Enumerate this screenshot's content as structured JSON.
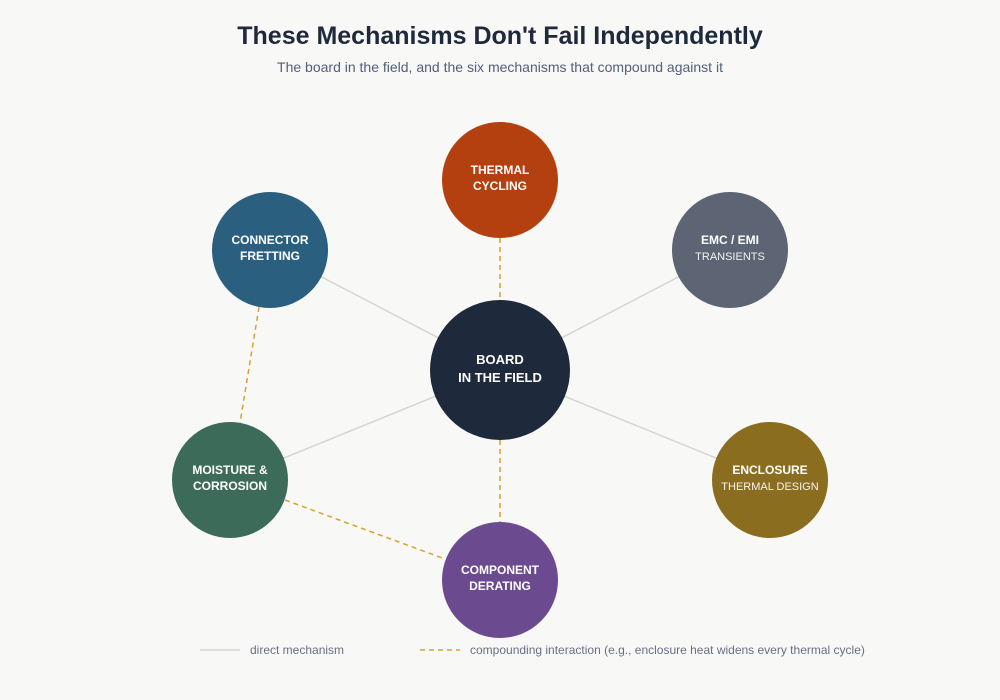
{
  "header": {
    "title": "These Mechanisms Don't Fail Independently",
    "subtitle": "The board in the field, and the six mechanisms that compound against it"
  },
  "colors": {
    "background": "#f8f8f6",
    "direct_line": "#d4d4d2",
    "compound_line": "#d9a030",
    "center": "#1e293b",
    "thermal": "#b5400f",
    "emc": "#5d6574",
    "enclosure": "#8b6d1f",
    "derating": "#6b4a8f",
    "moisture": "#3d6b5a",
    "connector": "#2b5f80"
  },
  "diagram": {
    "center": {
      "line1": "BOARD",
      "line2": "IN THE FIELD"
    },
    "nodes": {
      "thermal": {
        "line1": "THERMAL",
        "line2": "CYCLING"
      },
      "emc": {
        "line1": "EMC / EMI",
        "line2": "TRANSIENTS"
      },
      "enclosure": {
        "line1": "ENCLOSURE",
        "line2": "THERMAL DESIGN"
      },
      "derating": {
        "line1": "COMPONENT",
        "line2": "DERATING"
      },
      "moisture": {
        "line1": "MOISTURE &",
        "line2": "CORROSION"
      },
      "connector": {
        "line1": "CONNECTOR",
        "line2": "FRETTING"
      }
    }
  },
  "legend": {
    "direct": "direct mechanism",
    "compound": "compounding interaction (e.g., enclosure heat widens every thermal cycle)"
  }
}
